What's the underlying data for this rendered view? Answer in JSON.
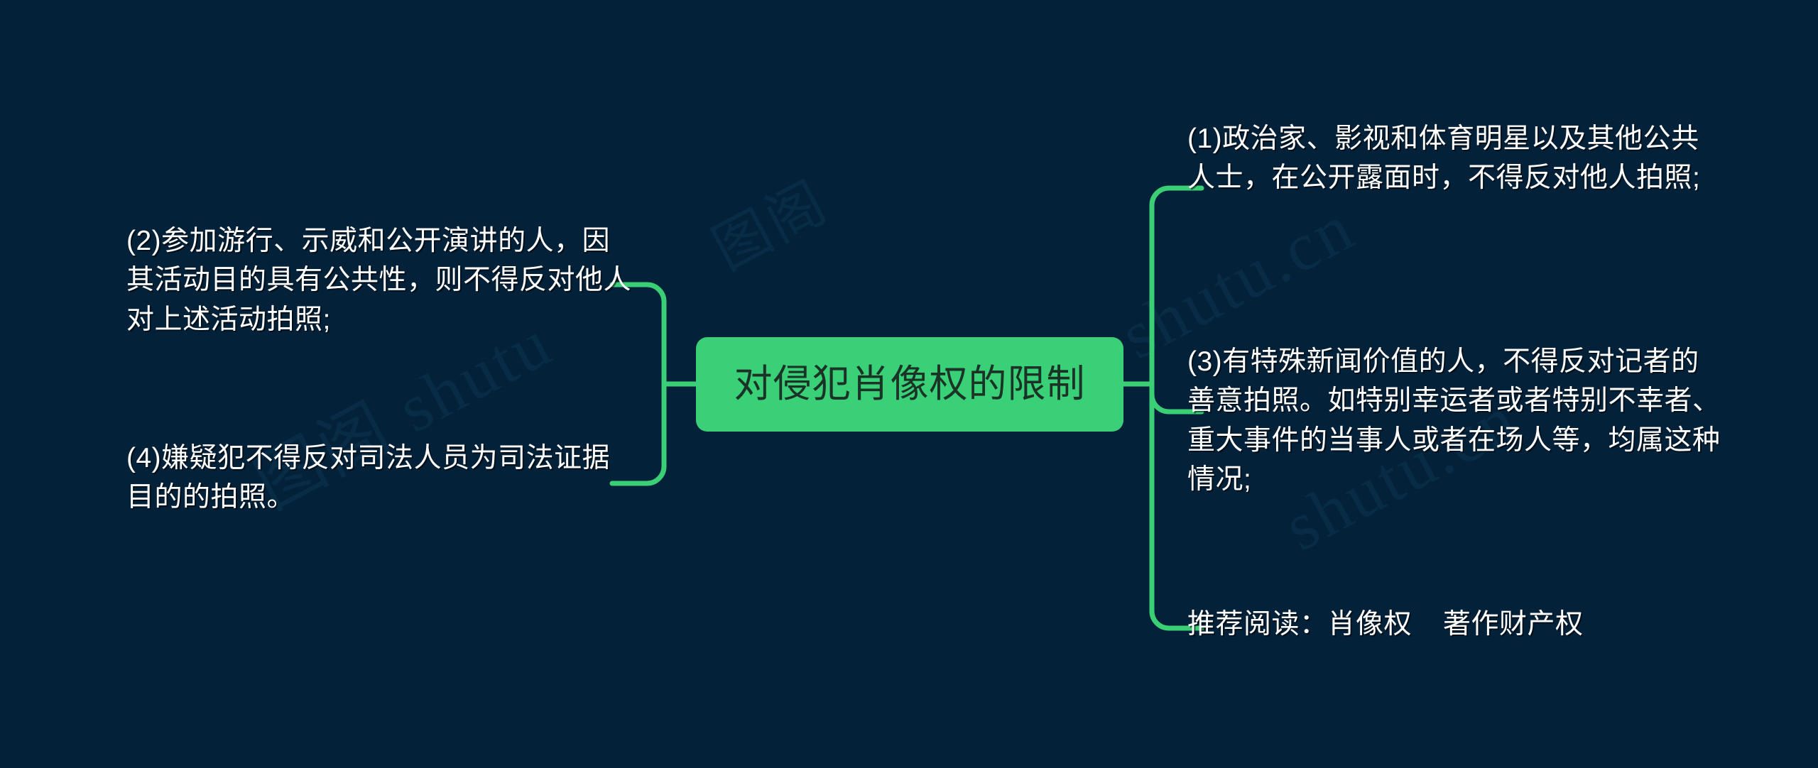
{
  "theme": {
    "background_color": "#03223a",
    "node_color": "#3ad077",
    "node_text_color": "#1b3326",
    "branch_text_color": "#ffffff",
    "connector_color": "#3ace75"
  },
  "mindmap": {
    "central": {
      "label": "对侵犯肖像权的限制"
    },
    "left_branches": [
      {
        "id": "branch-2",
        "text": "(2)参加游行、示威和公开演讲的人，因其活动目的具有公共性，则不得反对他人对上述活动拍照;"
      },
      {
        "id": "branch-4",
        "text": "(4)嫌疑犯不得反对司法人员为司法证据目的的拍照。"
      }
    ],
    "right_branches": [
      {
        "id": "branch-1",
        "text": "(1)政治家、影视和体育明星以及其他公共人士，在公开露面时，不得反对他人拍照;"
      },
      {
        "id": "branch-3",
        "text": "(3)有特殊新闻价值的人，不得反对记者的善意拍照。如特别幸运者或者特别不幸者、重大事件的当事人或者在场人等，均属这种情况;"
      },
      {
        "id": "branch-5",
        "prefix": "推荐阅读：",
        "link_1": "肖像权",
        "link_2": "著作财产权"
      }
    ]
  },
  "watermarks": {
    "a": "图阁 shutu",
    "b": "shutu.cn",
    "c": "shutu.cn",
    "d": "图阁"
  }
}
